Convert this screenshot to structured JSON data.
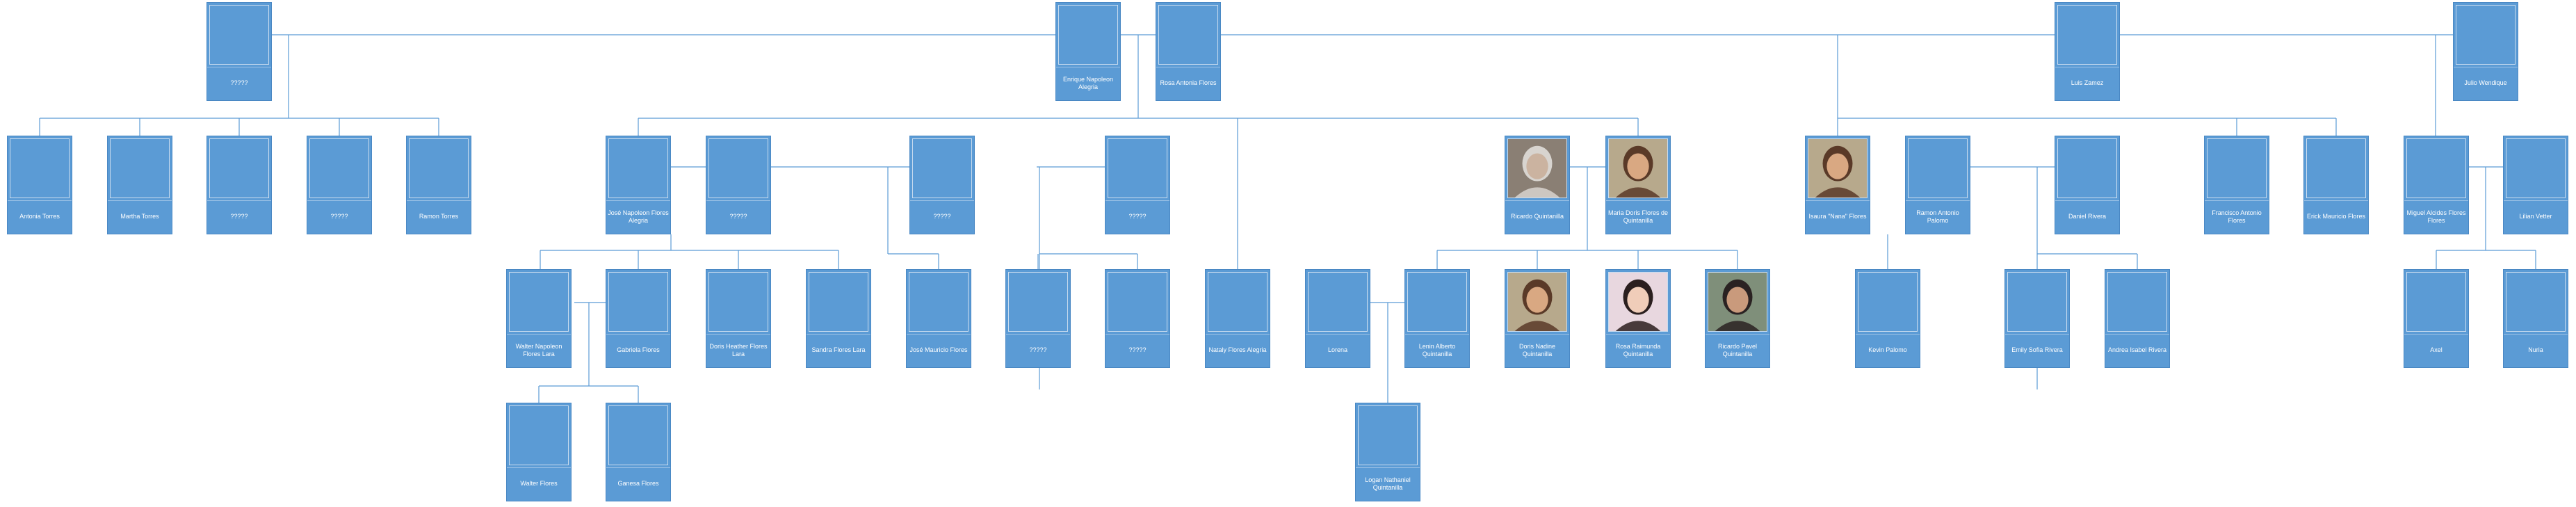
{
  "chart_title": "",
  "colors": {
    "card": "#5b9bd5",
    "line": "#5b9bd5",
    "background": "#ffffff"
  },
  "people": {
    "unk_top": {
      "name": "?????",
      "photo": null
    },
    "enrique": {
      "name": "Enrique Napoleon Alegria",
      "photo": null
    },
    "rosa": {
      "name": "Rosa Antonia Flores",
      "photo": null
    },
    "luis": {
      "name": "Luis Zamez",
      "photo": null
    },
    "julio": {
      "name": "Julio Wendique",
      "photo": null
    },
    "antonia": {
      "name": "Antonia Torres",
      "photo": null
    },
    "martha": {
      "name": "Martha Torres",
      "photo": null
    },
    "unk_r1": {
      "name": "?????",
      "photo": null
    },
    "unk_r2": {
      "name": "?????",
      "photo": null
    },
    "ramon_torres": {
      "name": "Ramon Torres",
      "photo": null
    },
    "jose_nap": {
      "name": "José Napoleon Flores Alegria",
      "photo": null
    },
    "unk_a": {
      "name": "?????",
      "photo": null
    },
    "unk_b": {
      "name": "?????",
      "photo": null
    },
    "unk_c": {
      "name": "?????",
      "photo": null
    },
    "ricardo_q": {
      "name": "Ricardo Quintanilla",
      "photo": "older-man-photo"
    },
    "maria": {
      "name": "Maria Doris Flores de Quintanilla",
      "photo": "woman-photo"
    },
    "nana": {
      "name": "Isaura \"Nana\" Flores",
      "photo": "woman-photo"
    },
    "ramon_palomo": {
      "name": "Ramon Antonio Palomo",
      "photo": null
    },
    "daniel": {
      "name": "Daniel Rivera",
      "photo": null
    },
    "francisco": {
      "name": "Francisco Antonio Flores",
      "photo": null
    },
    "erick": {
      "name": "Erick Mauricio Flores",
      "photo": null
    },
    "miguel": {
      "name": "Miguel Alcides Flores Flores",
      "photo": null
    },
    "lilian": {
      "name": "Lilian Vetter",
      "photo": null
    },
    "walter": {
      "name": "Walter Napoleon Flores Lara",
      "photo": null
    },
    "gabriela": {
      "name": "Gabriela Flores",
      "photo": null
    },
    "doris_h": {
      "name": "Doris Heather Flores Lara",
      "photo": null
    },
    "sandra": {
      "name": "Sandra Flores Lara",
      "photo": null
    },
    "jose_mauricio": {
      "name": "José Mauricio Flores",
      "photo": null
    },
    "unk_d": {
      "name": "?????",
      "photo": null
    },
    "unk_e": {
      "name": "?????",
      "photo": null
    },
    "nataly": {
      "name": "Nataly Flores Alegria",
      "photo": null
    },
    "lorena": {
      "name": "Lorena",
      "photo": null
    },
    "lenin": {
      "name": "Lenin Alberto Quintanilla",
      "photo": null
    },
    "doris_n": {
      "name": "Doris Nadine Quintanilla",
      "photo": "woman-photo"
    },
    "rosa_r": {
      "name": "Rosa Raimunda Quintanilla",
      "photo": "young-woman-photo"
    },
    "ricardo_p": {
      "name": "Ricardo Pavel Quintanilla",
      "photo": "young-man-photo"
    },
    "kevin": {
      "name": "Kevin Palomo",
      "photo": null
    },
    "emily": {
      "name": "Emily Sofia Rivera",
      "photo": null
    },
    "andrea": {
      "name": "Andrea Isabel Rivera",
      "photo": null
    },
    "axel": {
      "name": "Axel",
      "photo": null
    },
    "nuria": {
      "name": "Nuria",
      "photo": null
    },
    "walter_f": {
      "name": "Walter Flores",
      "photo": null
    },
    "ganesa": {
      "name": "Ganesa Flores",
      "photo": null
    },
    "logan": {
      "name": "Logan Nathaniel Quintanilla",
      "photo": null
    }
  }
}
